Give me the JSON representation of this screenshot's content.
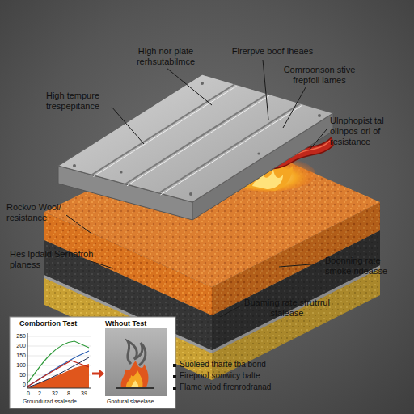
{
  "diagram": {
    "nodes": [
      {
        "text": [
          "Combortion Test",
          "Wthout Test",
          "250",
          "200",
          "150",
          "100",
          "50",
          "0",
          "0",
          "2",
          "32",
          "8",
          "39",
          "Groundurad ssalesde",
          "Gnotural slaeelase"
        ]
      }
    ],
    "labels": [
      "High nor plate rerhsutabilmce",
      "Firerpve boof lheaes",
      "Comroonson stive frepfoll lames",
      "High tempure trespepitance",
      "Ulnphopist tal olinpos orl of resistance",
      "Rockvo Wool/ resistance",
      "Hes lpdald Sernafroh planess",
      "Boonning rate smoke rideasse",
      "Buaming rate strutrrul stalease",
      "Suoleed tharte tba borid",
      "Firepoof sonwicy balte",
      "Flame wiod firenrodranad"
    ]
  }
}
